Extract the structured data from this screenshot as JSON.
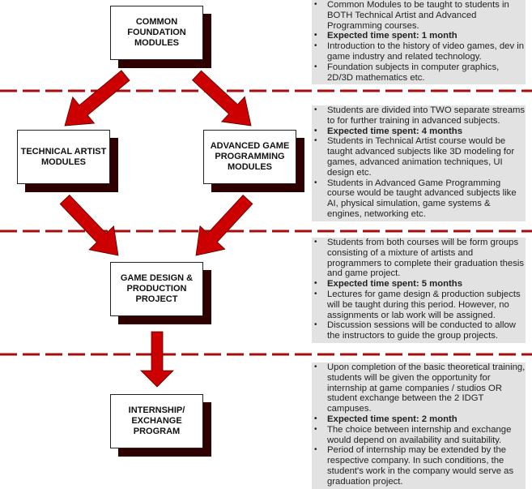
{
  "boxes": {
    "common": "COMMON FOUNDATION MODULES",
    "technical": "TECHNICAL ARTIST MODULES",
    "advanced": "ADVANCED GAME PROGRAMMING MODULES",
    "game_design": "GAME DESIGN & PRODUCTION PROJECT",
    "internship": "INTERNSHIP/ EXCHANGE PROGRAM"
  },
  "panels": [
    {
      "items": [
        {
          "text": "Common Modules to be taught to students in BOTH Technical Artist and Advanced Programming courses.",
          "bold": false
        },
        {
          "text": "Expected time spent: 1 month",
          "bold": true
        },
        {
          "text": "Introduction to the history of video games, dev in game industry and related technology.",
          "bold": false
        },
        {
          "text": "Foundation subjects in computer graphics, 2D/3D mathematics etc.",
          "bold": false
        }
      ]
    },
    {
      "items": [
        {
          "text": "Students are divided into TWO separate streams to for further training in advanced subjects.",
          "bold": false
        },
        {
          "text": "Expected time spent: 4 months",
          "bold": true
        },
        {
          "text": "Students in Technical Artist course would be taught advanced subjects like 3D modeling for games, advanced animation techniques, UI design etc.",
          "bold": false
        },
        {
          "text": "Students in Advanced Game Programming course would be taught advanced subjects like AI, physical simulation, game systems & engines, networking etc.",
          "bold": false
        }
      ]
    },
    {
      "items": [
        {
          "text": "Students from both courses will be form groups consisting of a mixture of artists and programmers to complete their graduation thesis and game project.",
          "bold": false
        },
        {
          "text": "Expected time spent: 5 months",
          "bold": true
        },
        {
          "text": "Lectures for game design & production subjects will be taught during this period. However, no assignments or lab work will be assigned.",
          "bold": false
        },
        {
          "text": "Discussion sessions will be conducted to allow the instructors to guide the group projects.",
          "bold": false
        }
      ]
    },
    {
      "items": [
        {
          "text": "Upon completion of the basic theoretical training, students will be given the opportunity for internship at game companies / studios OR student exchange between the 2 IDGT campuses.",
          "bold": false
        },
        {
          "text": "Expected time spent: 2 month",
          "bold": true
        },
        {
          "text": "The choice between internship and exchange would depend on availability and suitability.",
          "bold": false
        },
        {
          "text": "Period of internship may be extended by the respective company. In such conditions, the student's work in the company would serve as graduation project.",
          "bold": false
        }
      ]
    }
  ],
  "colors": {
    "arrow": "#cc0000",
    "dash": "#a80c0c",
    "shadow": "#2e0000",
    "panel": "#e2e2e2"
  }
}
